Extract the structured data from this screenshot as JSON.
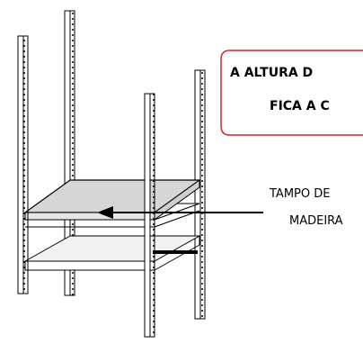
{
  "callout": {
    "line1": "A ALTURA D",
    "line2": "FICA A C",
    "border_color": "#e02020"
  },
  "label": {
    "line1": "TAMPO DE",
    "line2": "MADEIRA"
  },
  "colors": {
    "line": "#000000",
    "top_fill": "#d6d6d6",
    "shelf_fill": "#f2f2f2"
  }
}
